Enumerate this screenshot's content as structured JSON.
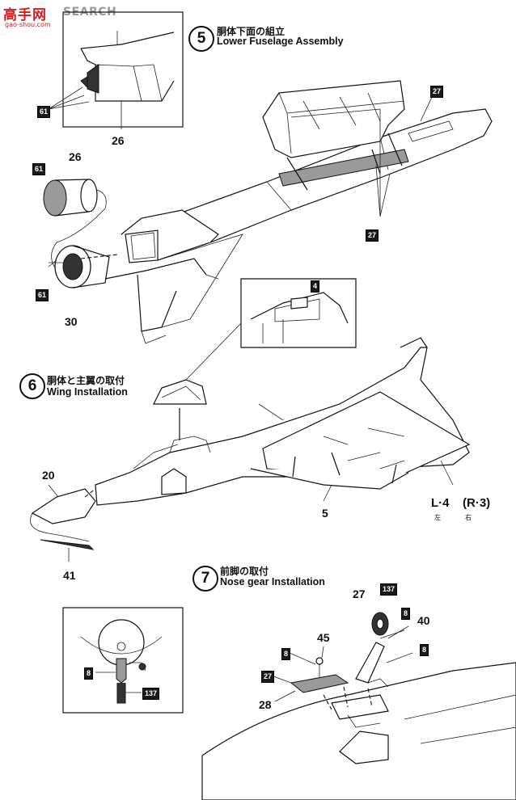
{
  "watermark": {
    "logo": "高手网",
    "search": "SEARCH",
    "url": "gao-shou.com"
  },
  "steps": [
    {
      "number": "5",
      "title_jp": "胴体下面の組立",
      "title_en": "Lower Fuselage Assembly"
    },
    {
      "number": "6",
      "title_jp": "胴体と主翼の取付",
      "title_en": "Wing Installation"
    },
    {
      "number": "7",
      "title_jp": "前脚の取付",
      "title_en": "Nose gear Installation"
    }
  ],
  "parts": {
    "p26_inset": "26",
    "p26": "26",
    "p30": "30",
    "p20": "20",
    "p41": "41",
    "p5": "5",
    "p27_gear": "27",
    "p40": "40",
    "p45": "45",
    "p28": "28"
  },
  "box_parts": {
    "b61_inset": "61",
    "b61_top": "61",
    "b61_bottom": "61",
    "b27_top": "27",
    "b27_mid": "27",
    "b4": "4",
    "b137_gear": "137",
    "b8_wheel": "8",
    "b8_strut": "8",
    "b8_left": "8",
    "b27_hatch": "27",
    "b8_inset": "8",
    "b137_inset": "137"
  },
  "wing_label": {
    "main": "L·4",
    "alt": "(R·3)",
    "left": "左",
    "right": "右"
  },
  "icons": [
    "step-circle",
    "arrow",
    "aircraft-fuselage",
    "engine-exhaust",
    "canopy",
    "nose-cone",
    "delta-wing",
    "nose-gear",
    "wheel"
  ]
}
